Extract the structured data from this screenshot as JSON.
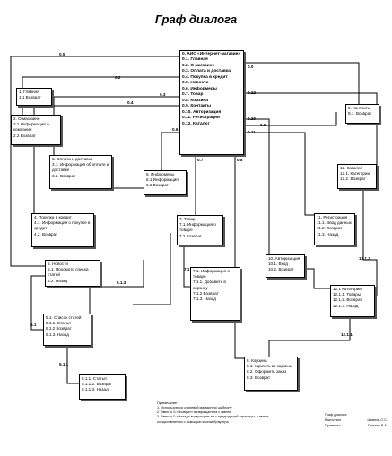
{
  "title": "Граф диалога",
  "nodes": {
    "main": {
      "lines": [
        "0. АИС «Интернет-магазин»",
        "0.1. Главная",
        "0.2. О магазине",
        "0.3. Оплата и доставка",
        "0.4. Покупка в кредит",
        "0.5. Новости",
        "0.6. Информеры",
        "0.7. Товар",
        "0.8. Корзина",
        "0.9. Контакты",
        "0.10. Авторизация",
        "0.11. Регистрация",
        "0.12. Каталог"
      ]
    },
    "n01": {
      "lines": [
        "1. Главная",
        "1.1 Возврат"
      ]
    },
    "n02": {
      "lines": [
        "2. О магазине",
        "2.1 Информация о компании",
        "2.2 Возврат"
      ]
    },
    "n03": {
      "lines": [
        "3. Оплата и доставка",
        "3.1. Информация об оплате и",
        "доставке",
        "3.2. Возврат"
      ]
    },
    "n04": {
      "lines": [
        "4. Покупка в кредит",
        "4.1. Информация о покупке в",
        "кредит",
        "4.2. Возврат"
      ]
    },
    "n05": {
      "lines": [
        "5. Новости",
        "5.1. Просмотр списка статей",
        "5.2. Назад"
      ]
    },
    "n051": {
      "lines": [
        "5.1. Список статей",
        "5.1.1. Статья",
        "5.1.2 Возврат",
        "5.1.3. Назад"
      ]
    },
    "n0511": {
      "lines": [
        "5.1.1. Статья",
        "5.1.1.2. Возврат",
        "5.1.1.3. Назад"
      ]
    },
    "n06": {
      "lines": [
        "6. Информеры",
        "6.1 Информация",
        "6.2 Возврат"
      ]
    },
    "n07": {
      "lines": [
        "7. Товар",
        "7.1. Информация о товаре",
        "7.2 Возврат"
      ]
    },
    "n071": {
      "lines": [
        "7.1. Информация о товаре",
        "7.1.1. Добавить в корзину",
        "7.1.2 Возврат",
        "7.1.3. Назад"
      ]
    },
    "n08": {
      "lines": [
        "8. Корзина",
        "8.1. Удалить из корзины",
        "8.2. Оформить заказ",
        "8.3. Возврат"
      ]
    },
    "n09": {
      "lines": [
        "9. Контакты",
        "9.1. Возврат"
      ]
    },
    "n10": {
      "lines": [
        "10. Авторизация",
        "10.1. Вход",
        "10.2. Возврат"
      ]
    },
    "n11": {
      "lines": [
        "11. Регистрация",
        "11.1. Ввод данных",
        "11.2. Возврат",
        "11.3. Назад"
      ]
    },
    "n12": {
      "lines": [
        "12. Каталог",
        "12.1. Категории",
        "12.2. Возврат"
      ]
    },
    "n121": {
      "lines": [
        "12.1 Категории",
        "12.1.1. Товары",
        "12.1.2. Возврат",
        "12.1.3. Назад"
      ]
    }
  },
  "edge_labels": {
    "e05": "0.5",
    "e00": "0.0",
    "e02": "0.2",
    "e03": "0.3",
    "e04": "0.4",
    "e012": "0.12",
    "e010": "0.10",
    "e011": "0.11",
    "e06": "0.6",
    "e07": "0.7",
    "e08": "0.8",
    "e09": "0.9",
    "e51": "5.1",
    "e513": "5.1.3",
    "e511": "5.1.1",
    "e71": "7.1",
    "e121": "12.1.3",
    "e1211": "12.1.1"
  },
  "notes": {
    "heading": "Примечание:",
    "items": [
      "1. Используются стилевой магазин по шаблону",
      "2. Вместо 0-«Возврат» возвращает на с имени",
      "3. Вместо 0-«Назад» возвращает на с предыдущей страницы, в имеет осуществляться с помощью кнопки браузера"
    ]
  },
  "stamp": {
    "caption": "Граф диалога",
    "rows": [
      {
        "label": "Выполнил",
        "value": "Шиянов С.С."
      },
      {
        "label": "Проверил",
        "value": "Гельтер В.А."
      }
    ]
  }
}
